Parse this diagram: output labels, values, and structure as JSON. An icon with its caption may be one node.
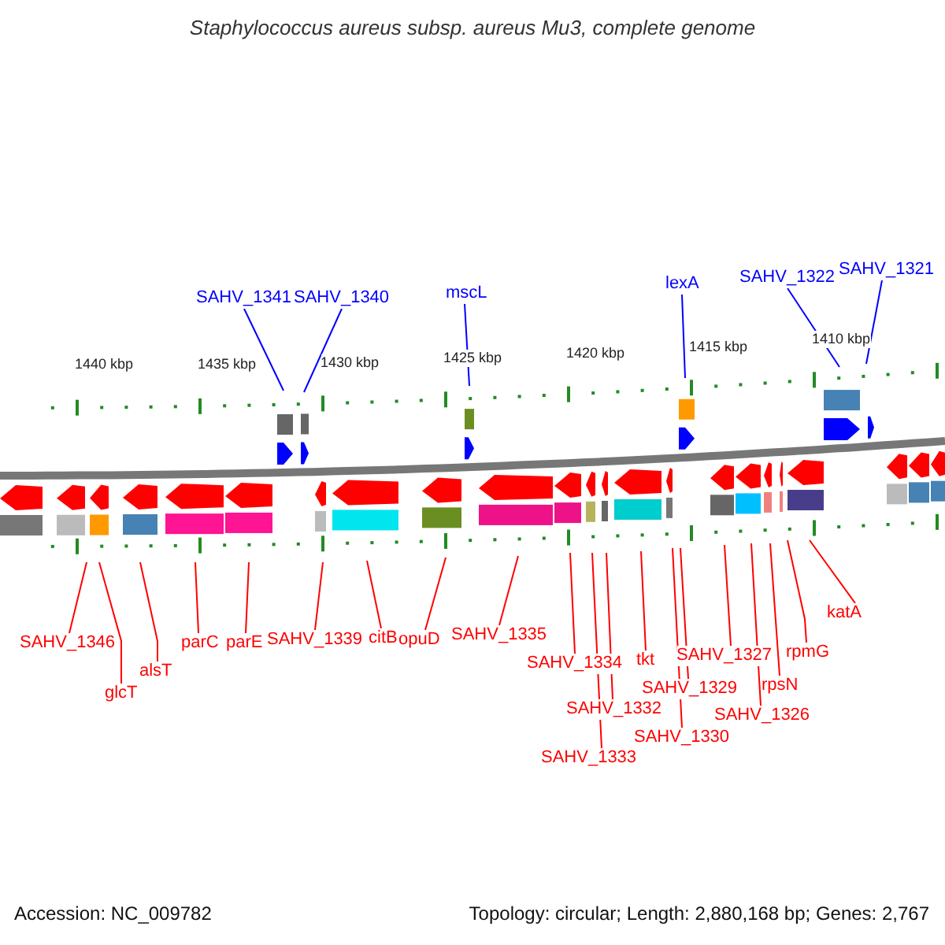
{
  "diagram": {
    "title": "Staphylococcus aureus subsp. aureus Mu3, complete genome",
    "nodes": [
      {
        "text": [
          "SAHV_1341"
        ]
      },
      {
        "text": [
          "SAHV_1340"
        ]
      },
      {
        "text": [
          "mscL"
        ]
      },
      {
        "text": [
          "lexA"
        ]
      },
      {
        "text": [
          "SAHV_1322"
        ]
      },
      {
        "text": [
          "SAHV_1321"
        ]
      },
      {
        "text": [
          "SAHV_1346"
        ]
      },
      {
        "text": [
          "glcT"
        ]
      },
      {
        "text": [
          "alsT"
        ]
      },
      {
        "text": [
          "parC"
        ]
      },
      {
        "text": [
          "parE"
        ]
      },
      {
        "text": [
          "SAHV_1339"
        ]
      },
      {
        "text": [
          "citB"
        ]
      },
      {
        "text": [
          "opuD"
        ]
      },
      {
        "text": [
          "SAHV_1335"
        ]
      },
      {
        "text": [
          "SAHV_1334"
        ]
      },
      {
        "text": [
          "SAHV_1333"
        ]
      },
      {
        "text": [
          "SAHV_1332"
        ]
      },
      {
        "text": [
          "tkt"
        ]
      },
      {
        "text": [
          "SAHV_1329"
        ]
      },
      {
        "text": [
          "SAHV_1330"
        ]
      },
      {
        "text": [
          "SAHV_1327"
        ]
      },
      {
        "text": [
          "SAHV_1326"
        ]
      },
      {
        "text": [
          "rpsN"
        ]
      },
      {
        "text": [
          "rpmG"
        ]
      },
      {
        "text": [
          "katA"
        ]
      }
    ],
    "edges": [
      {
        "from": 0,
        "to": null,
        "arrow": "none",
        "color": "#0000ff"
      },
      {
        "from": 1,
        "to": null,
        "arrow": "none",
        "color": "#0000ff"
      },
      {
        "from": 2,
        "to": null,
        "arrow": "none",
        "color": "#0000ff"
      },
      {
        "from": 3,
        "to": null,
        "arrow": "none",
        "color": "#0000ff"
      },
      {
        "from": 4,
        "to": null,
        "arrow": "none",
        "color": "#0000ff"
      },
      {
        "from": 5,
        "to": null,
        "arrow": "none",
        "color": "#0000ff"
      },
      {
        "from": 6,
        "to": null,
        "arrow": "none"
      },
      {
        "from": 7,
        "to": null,
        "arrow": "none"
      },
      {
        "from": 8,
        "to": null,
        "arrow": "none"
      },
      {
        "from": 9,
        "to": null,
        "arrow": "none"
      },
      {
        "from": 10,
        "to": null,
        "arrow": "none"
      },
      {
        "from": 11,
        "to": null,
        "arrow": "none"
      },
      {
        "from": 12,
        "to": null,
        "arrow": "none"
      },
      {
        "from": 13,
        "to": null,
        "arrow": "none"
      },
      {
        "from": 14,
        "to": null,
        "arrow": "none"
      },
      {
        "from": 15,
        "to": null,
        "arrow": "none"
      },
      {
        "from": 16,
        "to": null,
        "arrow": "none"
      },
      {
        "from": 17,
        "to": null,
        "arrow": "none"
      },
      {
        "from": 18,
        "to": null,
        "arrow": "none"
      },
      {
        "from": 19,
        "to": null,
        "arrow": "none"
      },
      {
        "from": 20,
        "to": null,
        "arrow": "none"
      },
      {
        "from": 21,
        "to": null,
        "arrow": "none"
      },
      {
        "from": 22,
        "to": null,
        "arrow": "none"
      },
      {
        "from": 23,
        "to": null,
        "arrow": "none"
      },
      {
        "from": 24,
        "to": null,
        "arrow": "none"
      },
      {
        "from": 25,
        "to": null,
        "arrow": "none"
      }
    ],
    "labels": [
      "1440 kbp",
      "1435 kbp",
      "1430 kbp",
      "1425 kbp",
      "1420 kbp",
      "1415 kbp",
      "1410 kbp",
      "Accession: NC_009782",
      "Topology: circular; Length: 2,880,168 bp; Genes: 2,767"
    ]
  }
}
